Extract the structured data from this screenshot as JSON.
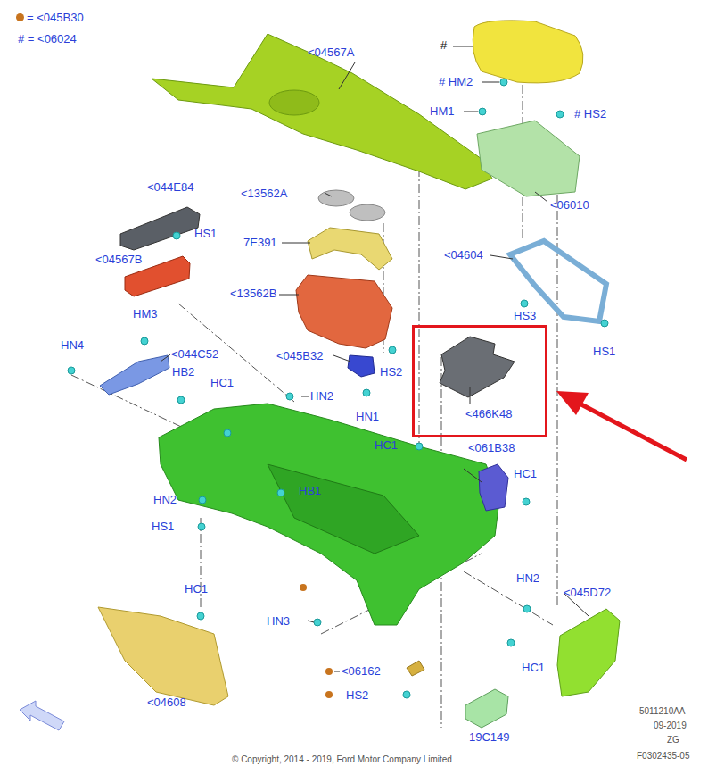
{
  "diagram": {
    "nodes": [
      {
        "text": [
          "<466K48"
        ]
      }
    ],
    "labels": [
      "#",
      "<04567A",
      "# HM2",
      "HM1",
      "# HS2",
      "<06010",
      "<044E84",
      "<13562A",
      "HS1",
      "7E391",
      "<04604",
      "<04567B",
      "<13562B",
      "HS3",
      "HM3",
      "HN4",
      "<044C52",
      "<045B32",
      "HS1",
      "HS2",
      "HB2",
      "HC1",
      "HN2",
      "HN1",
      "HC1",
      "<061B38",
      "HC1",
      "HB1",
      "HN2",
      "HS1",
      "HN2",
      "<045D72",
      "HC1",
      "HN3",
      "HC1",
      "<06162",
      "HS2",
      "<04608",
      "19C149",
      "5011210AA",
      "09-2019",
      "ZG",
      "F0302435-05",
      "© Copyright, 2014 - 2019, Ford Motor Company Limited"
    ],
    "legend": [
      {
        "text": "= <045B30",
        "color": "#c8741e"
      },
      {
        "text": "# = <06024"
      }
    ]
  }
}
